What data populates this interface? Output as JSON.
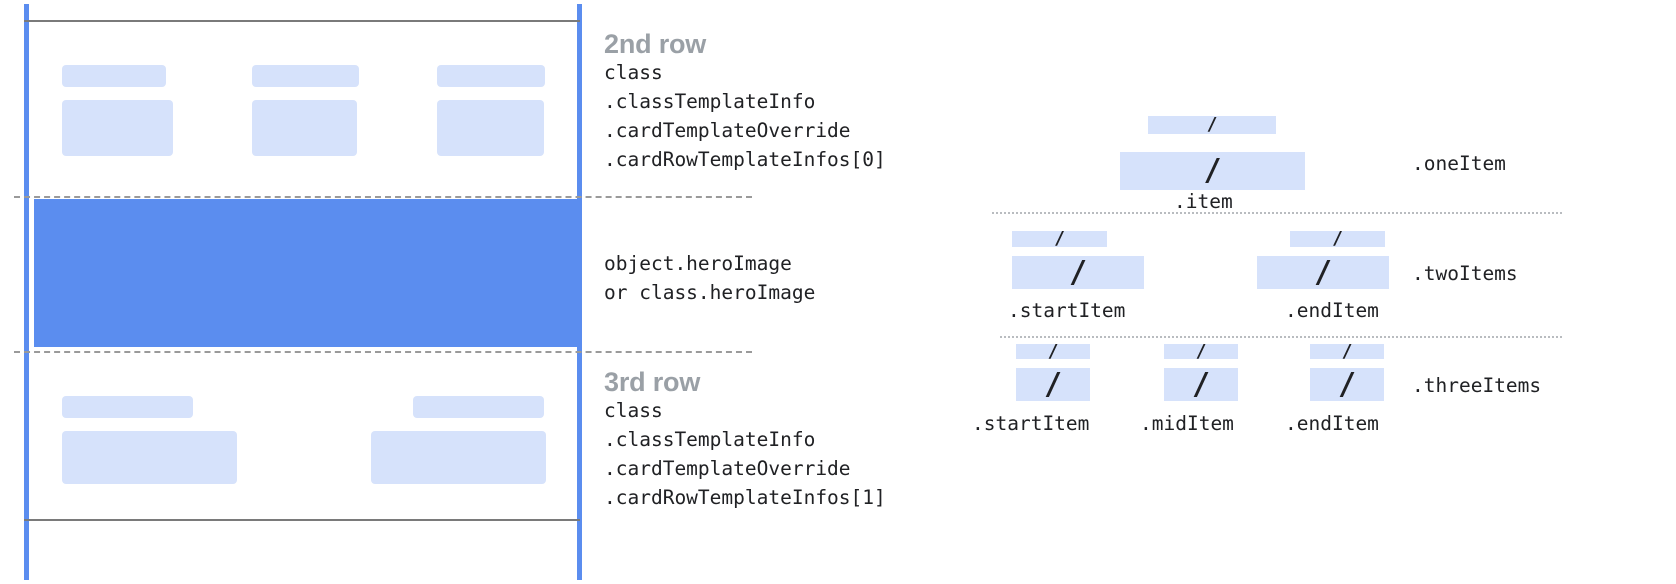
{
  "left_diagram": {
    "rows": [
      {
        "title": "2nd row",
        "code_lines": [
          "class",
          ".classTemplateInfo",
          ".cardTemplateOverride",
          ".cardRowTemplateInfos[0]"
        ],
        "columns": 3
      },
      {
        "title": "",
        "code_lines": [
          "object.heroImage",
          "or class.heroImage"
        ],
        "columns": 0
      },
      {
        "title": "3rd row",
        "code_lines": [
          "class",
          ".classTemplateInfo",
          ".cardTemplateOverride",
          ".cardRowTemplateInfos[1]"
        ],
        "columns": 2
      }
    ],
    "colors": {
      "guide_line": "#5b8def",
      "border_line": "#7a7a7a",
      "dashed_line": "#9a9a9a",
      "hero_fill": "#5b8def",
      "placeholder_fill": "#d6e2fb",
      "title_text": "#9aa0a6",
      "code_text": "#202124"
    }
  },
  "right_diagram": {
    "glyph": "/",
    "groups": [
      {
        "name": ".oneItem",
        "items": [
          ".item"
        ]
      },
      {
        "name": ".twoItems",
        "items": [
          ".startItem",
          ".endItem"
        ]
      },
      {
        "name": ".threeItems",
        "items": [
          ".startItem",
          ".midItem",
          ".endItem"
        ]
      }
    ],
    "colors": {
      "chip_fill": "#d6e2fb",
      "dotted_line": "#b9bcc0",
      "label_text": "#202124"
    }
  }
}
